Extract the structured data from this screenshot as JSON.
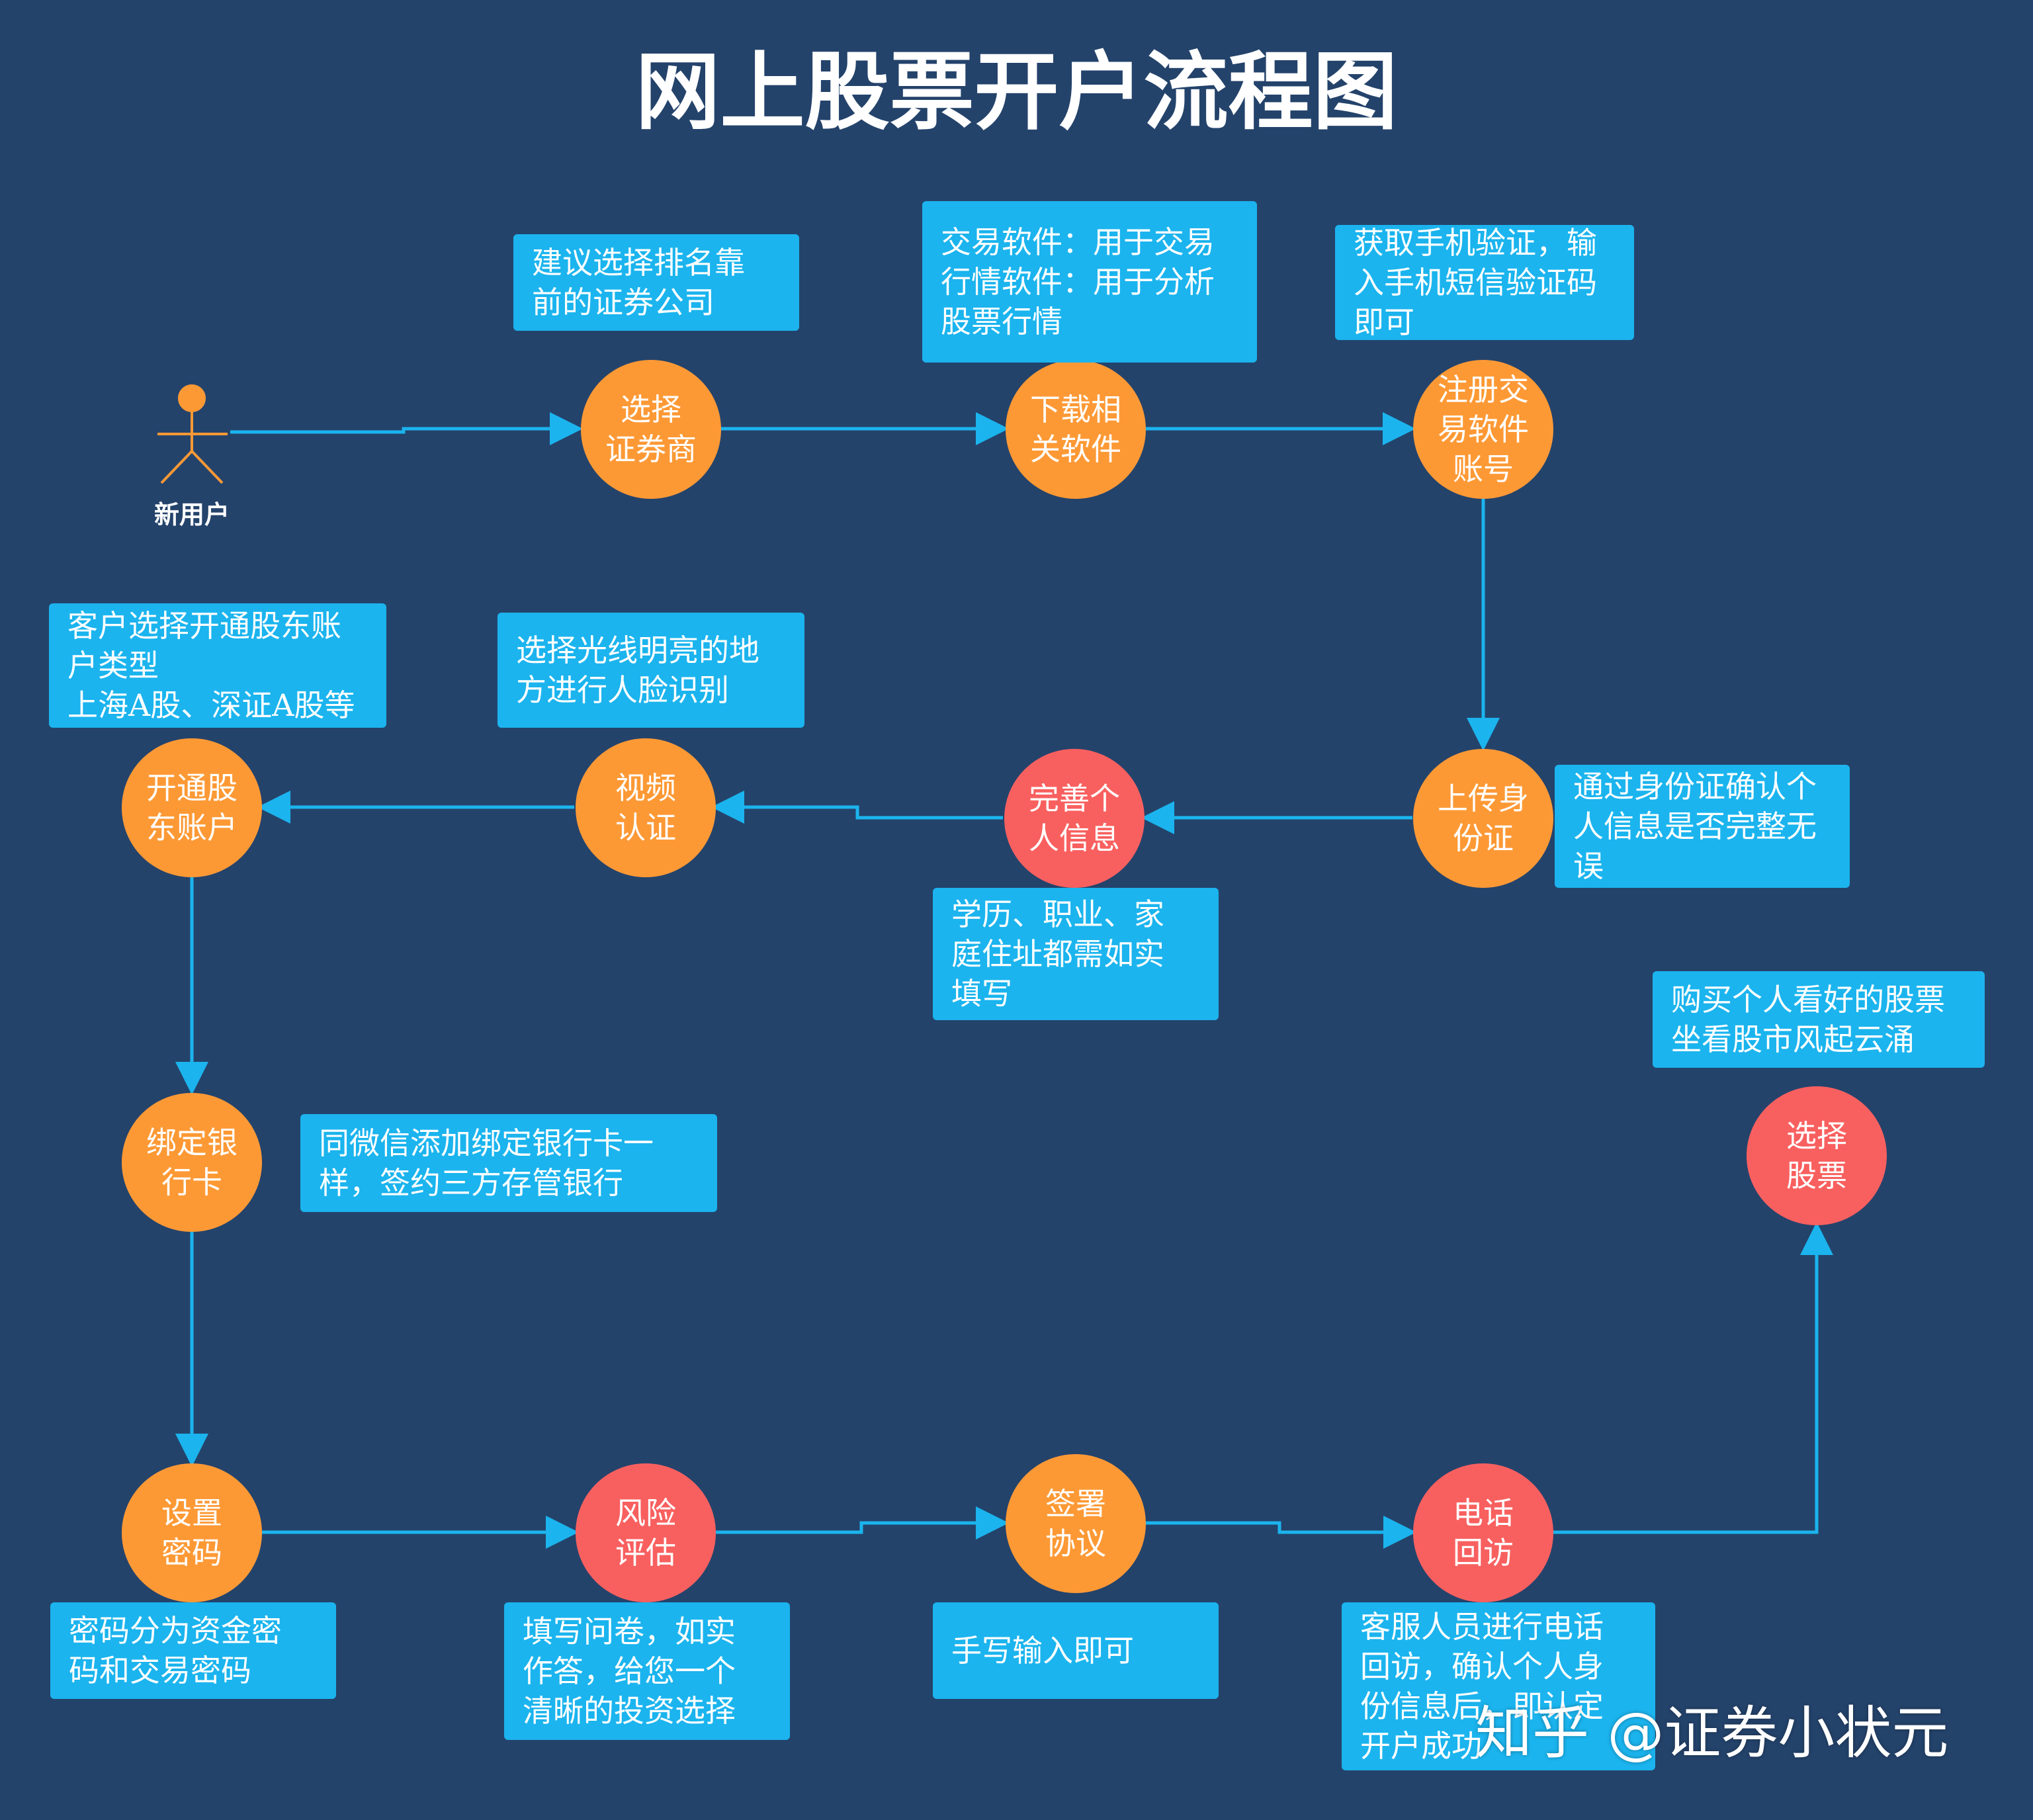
{
  "title": "网上股票开户流程图",
  "actor": {
    "label": "新用户",
    "icon": "stick-figure-icon"
  },
  "nodes": {
    "select_broker": "选择\n证券商",
    "download_software": "下载相\n关软件",
    "register_account": "注册交\n易软件\n账号",
    "upload_id": "上传身\n份证",
    "complete_info": "完善个\n人信息",
    "video_auth": "视频\n认证",
    "open_account": "开通股\n东账户",
    "bind_card": "绑定银\n行卡",
    "set_password": "设置\n密码",
    "risk_assessment": "风险\n评估",
    "sign_agreement": "签署\n协议",
    "phone_callback": "电话\n回访",
    "select_stocks": "选择\n股票"
  },
  "notes": {
    "select_broker": "建议选择排名靠\n前的证券公司",
    "download_software": "交易软件：用于交易\n行情软件：用于分析\n股票行情",
    "register_account": "获取手机验证，输\n入手机短信验证码\n即可",
    "upload_id": "通过身份证确认个\n人信息是否完整无\n误",
    "complete_info": "学历、职业、家\n庭住址都需如实\n填写",
    "video_auth": "选择光线明亮的地\n方进行人脸识别",
    "open_account": "客户选择开通股东账\n户类型\n上海A股、深证A股等",
    "bind_card": "同微信添加绑定银行卡一\n样，签约三方存管银行",
    "set_password": "密码分为资金密\n码和交易密码",
    "risk_assessment": "填写问卷，如实\n作答，给您一个\n清晰的投资选择",
    "sign_agreement": "手写输入即可",
    "phone_callback": "客服人员进行电话\n回访，确认个人身\n份信息后，即认定\n开户成功",
    "select_stocks": "购买个人看好的股票\n坐看股市风起云涌"
  },
  "watermark": "知乎 @证券小状元",
  "colors": {
    "background": "#24436b",
    "step_orange": "#fd9935",
    "step_red": "#f8605f",
    "note_blue": "#1bb4ee",
    "arrow": "#1bb4ee",
    "actor": "#fd9935"
  }
}
